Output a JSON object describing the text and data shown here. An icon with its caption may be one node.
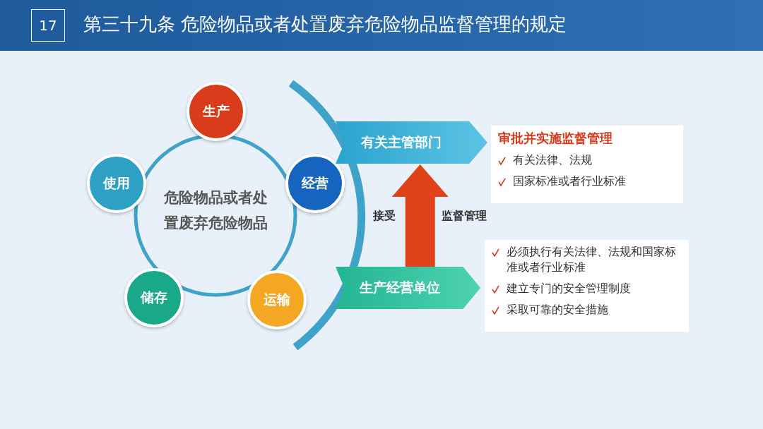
{
  "diagram": {
    "title": "第三十九条 危险物品或者处置废弃危险物品监督管理的规定",
    "nodes": [
      {
        "text": [
          "危险物品或者处置废弃危险物品"
        ]
      },
      {
        "text": [
          "生产"
        ]
      },
      {
        "text": [
          "经营"
        ]
      },
      {
        "text": [
          "运输"
        ]
      },
      {
        "text": [
          "储存"
        ]
      },
      {
        "text": [
          "使用"
        ]
      },
      {
        "text": [
          "有关主管部门"
        ]
      },
      {
        "text": [
          "审批并实施监督管理",
          "有关法律、法规",
          "国家标准或者行业标准"
        ]
      },
      {
        "text": [
          "生产经营单位"
        ]
      },
      {
        "text": [
          "必须执行有关法律、法规和国家标准或者行业标准",
          "建立专门的安全管理制度",
          "采取可靠的安全措施"
        ]
      }
    ],
    "edges": [
      {
        "from": 8,
        "to": 6,
        "arrow": "to"
      }
    ],
    "labels": [
      "17",
      "接受",
      "监督管理"
    ]
  }
}
